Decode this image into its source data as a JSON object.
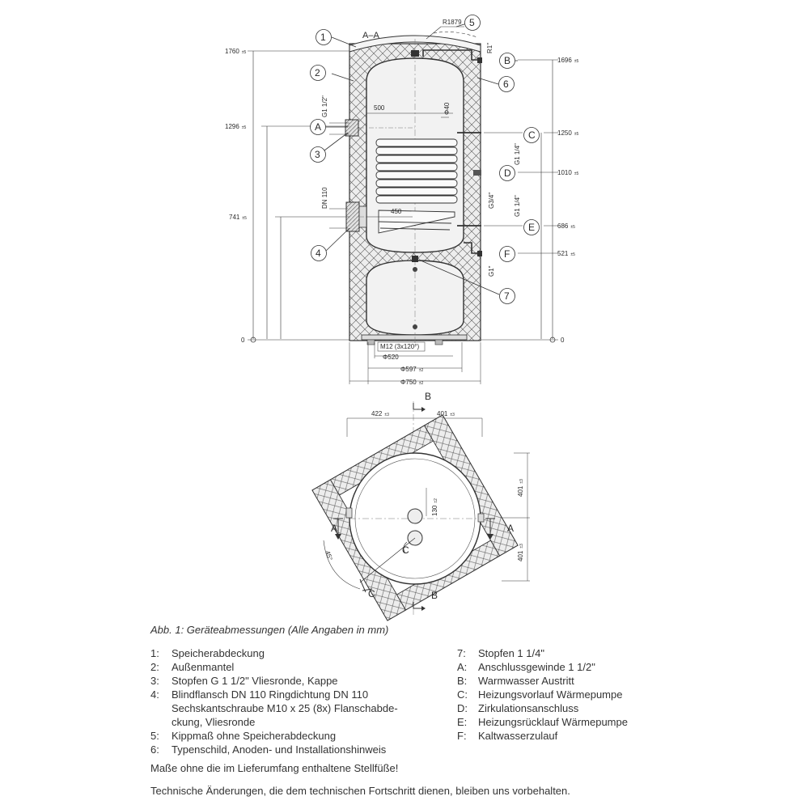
{
  "drawing": {
    "section_title": "A–A",
    "tilt_radius": "R1879",
    "callouts": [
      "1",
      "2",
      "3",
      "4",
      "5",
      "6",
      "7"
    ],
    "connections": [
      "A",
      "B",
      "C",
      "D",
      "E",
      "F"
    ],
    "left_heights": [
      {
        "value": "1760",
        "tol": "±5"
      },
      {
        "value": "1296",
        "tol": "±5"
      },
      {
        "value": "741",
        "tol": "±5"
      },
      {
        "value": "0",
        "tol": ""
      }
    ],
    "right_heights": [
      {
        "value": "1696",
        "tol": "±5"
      },
      {
        "value": "1250",
        "tol": "±5"
      },
      {
        "value": "1010",
        "tol": "±5"
      },
      {
        "value": "686",
        "tol": "±5"
      },
      {
        "value": "521",
        "tol": "±5"
      },
      {
        "value": "0",
        "tol": ""
      }
    ],
    "thread_labels": {
      "r1": "R1\"",
      "g1_1_2": "G1 1/2\"",
      "g1_1_4_c": "G1 1/4\"",
      "g3_4": "G3/4\"",
      "g1_1_4_e": "G1 1/4\"",
      "g1": "G1\"",
      "dn110": "DN 110"
    },
    "inner_dims": {
      "d500": "500",
      "phi40": "Φ40",
      "d450": "450",
      "m12": "M12 (3x120°)",
      "phi520": "Φ520",
      "phi597": "Φ597",
      "phi750": "Φ750",
      "tol2": "±2"
    },
    "top_view": {
      "w_left": "422",
      "w_right": "401",
      "h_top": "401",
      "h_bottom": "401",
      "tol3": "±3",
      "d130": "130",
      "tol2": "±2",
      "angle": "45°",
      "section_b": "B",
      "section_a": "A",
      "view_c": "C"
    }
  },
  "caption": "Abb. 1: Geräteabmessungen (Alle Angaben in mm)",
  "legend_left": [
    {
      "key": "1:",
      "text": "Speicherabdeckung"
    },
    {
      "key": "2:",
      "text": "Außenmantel"
    },
    {
      "key": "3:",
      "text": "Stopfen G 1 1/2\" Vliesronde, Kappe"
    },
    {
      "key": "4:",
      "text": "Blindflansch DN 110 Ringdichtung DN 110\nSechskantschraube M10 x 25 (8x) Flanschabde-\nckung, Vliesronde"
    },
    {
      "key": "5:",
      "text": "Kippmaß ohne Speicherabdeckung"
    },
    {
      "key": "6:",
      "text": "Typenschild, Anoden- und Installationshinweis"
    }
  ],
  "legend_right": [
    {
      "key": "7:",
      "text": "Stopfen 1 1/4\""
    },
    {
      "key": "A:",
      "text": "Anschlussgewinde 1 1/2\""
    },
    {
      "key": "B:",
      "text": "Warmwasser Austritt"
    },
    {
      "key": "C:",
      "text": "Heizungsvorlauf Wärmepumpe"
    },
    {
      "key": "D:",
      "text": "Zirkulationsanschluss"
    },
    {
      "key": "E:",
      "text": "Heizungsrücklauf Wärmepumpe"
    },
    {
      "key": "F:",
      "text": "Kaltwasserzulauf"
    }
  ],
  "note_1": "Maße ohne die im Lieferumfang enthaltene Stellfüße!",
  "note_2": "Technische Änderungen, die dem technischen Fortschritt dienen, bleiben uns vorbehalten."
}
